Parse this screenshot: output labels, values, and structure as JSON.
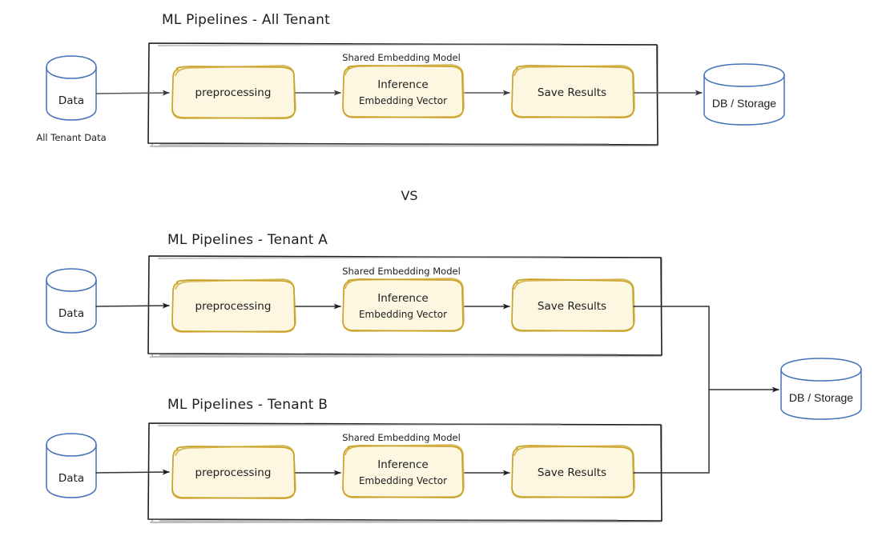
{
  "diagram": {
    "title_glyph": "ML pipeline multi-tenant comparison diagram",
    "colors": {
      "box_stroke": "#c9a227",
      "box_fill": "#fdf6e1",
      "cylinder_stroke": "#4472b8",
      "cylinder_fill": "#eef3fb",
      "container_stroke": "#1e1e1e",
      "arrow": "#343434",
      "text": "#1e1e1e"
    },
    "divider": {
      "label": "VS"
    },
    "sections": [
      {
        "id": "all-tenant",
        "title": "ML Pipelines - All Tenant",
        "source": {
          "label": "Data",
          "caption": "All Tenant Data"
        },
        "group_label": "Shared Embedding Model",
        "steps": [
          {
            "label": "preprocessing",
            "sublabel": ""
          },
          {
            "label": "Inference",
            "sublabel": "Embedding Vector"
          },
          {
            "label": "Save Results",
            "sublabel": ""
          }
        ],
        "sink": {
          "label": "DB / Storage"
        }
      },
      {
        "id": "tenant-a",
        "title": "ML Pipelines - Tenant A",
        "source": {
          "label": "Data",
          "caption": ""
        },
        "group_label": "Shared Embedding Model",
        "steps": [
          {
            "label": "preprocessing",
            "sublabel": ""
          },
          {
            "label": "Inference",
            "sublabel": "Embedding Vector"
          },
          {
            "label": "Save Results",
            "sublabel": ""
          }
        ],
        "sink": {
          "label": ""
        }
      },
      {
        "id": "tenant-b",
        "title": "ML Pipelines - Tenant B",
        "source": {
          "label": "Data",
          "caption": ""
        },
        "group_label": "Shared Embedding Model",
        "steps": [
          {
            "label": "preprocessing",
            "sublabel": ""
          },
          {
            "label": "Inference",
            "sublabel": "Embedding Vector"
          },
          {
            "label": "Save Results",
            "sublabel": ""
          }
        ],
        "sink": {
          "label": ""
        }
      }
    ],
    "shared_sink": {
      "label": "DB / Storage"
    }
  }
}
